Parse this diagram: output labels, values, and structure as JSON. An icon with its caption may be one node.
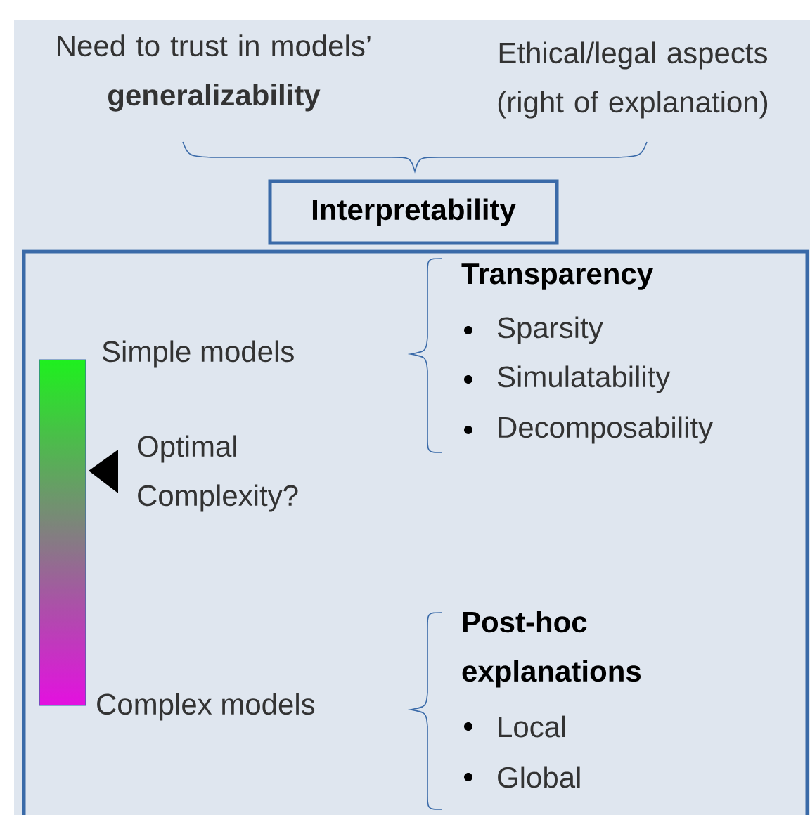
{
  "diagram": {
    "nodes": [
      {
        "text": [
          "Interpretability"
        ]
      }
    ],
    "labels": [
      "Need to trust in models’ **generalizability**",
      "Ethical/legal aspects (right of explanation)",
      "Transparency",
      "Sparsity",
      "Simulatability",
      "Decomposability",
      "Simple models",
      "Optimal Complexity?",
      "Post-hoc explanations",
      "Local",
      "Global",
      "Complex models"
    ]
  }
}
